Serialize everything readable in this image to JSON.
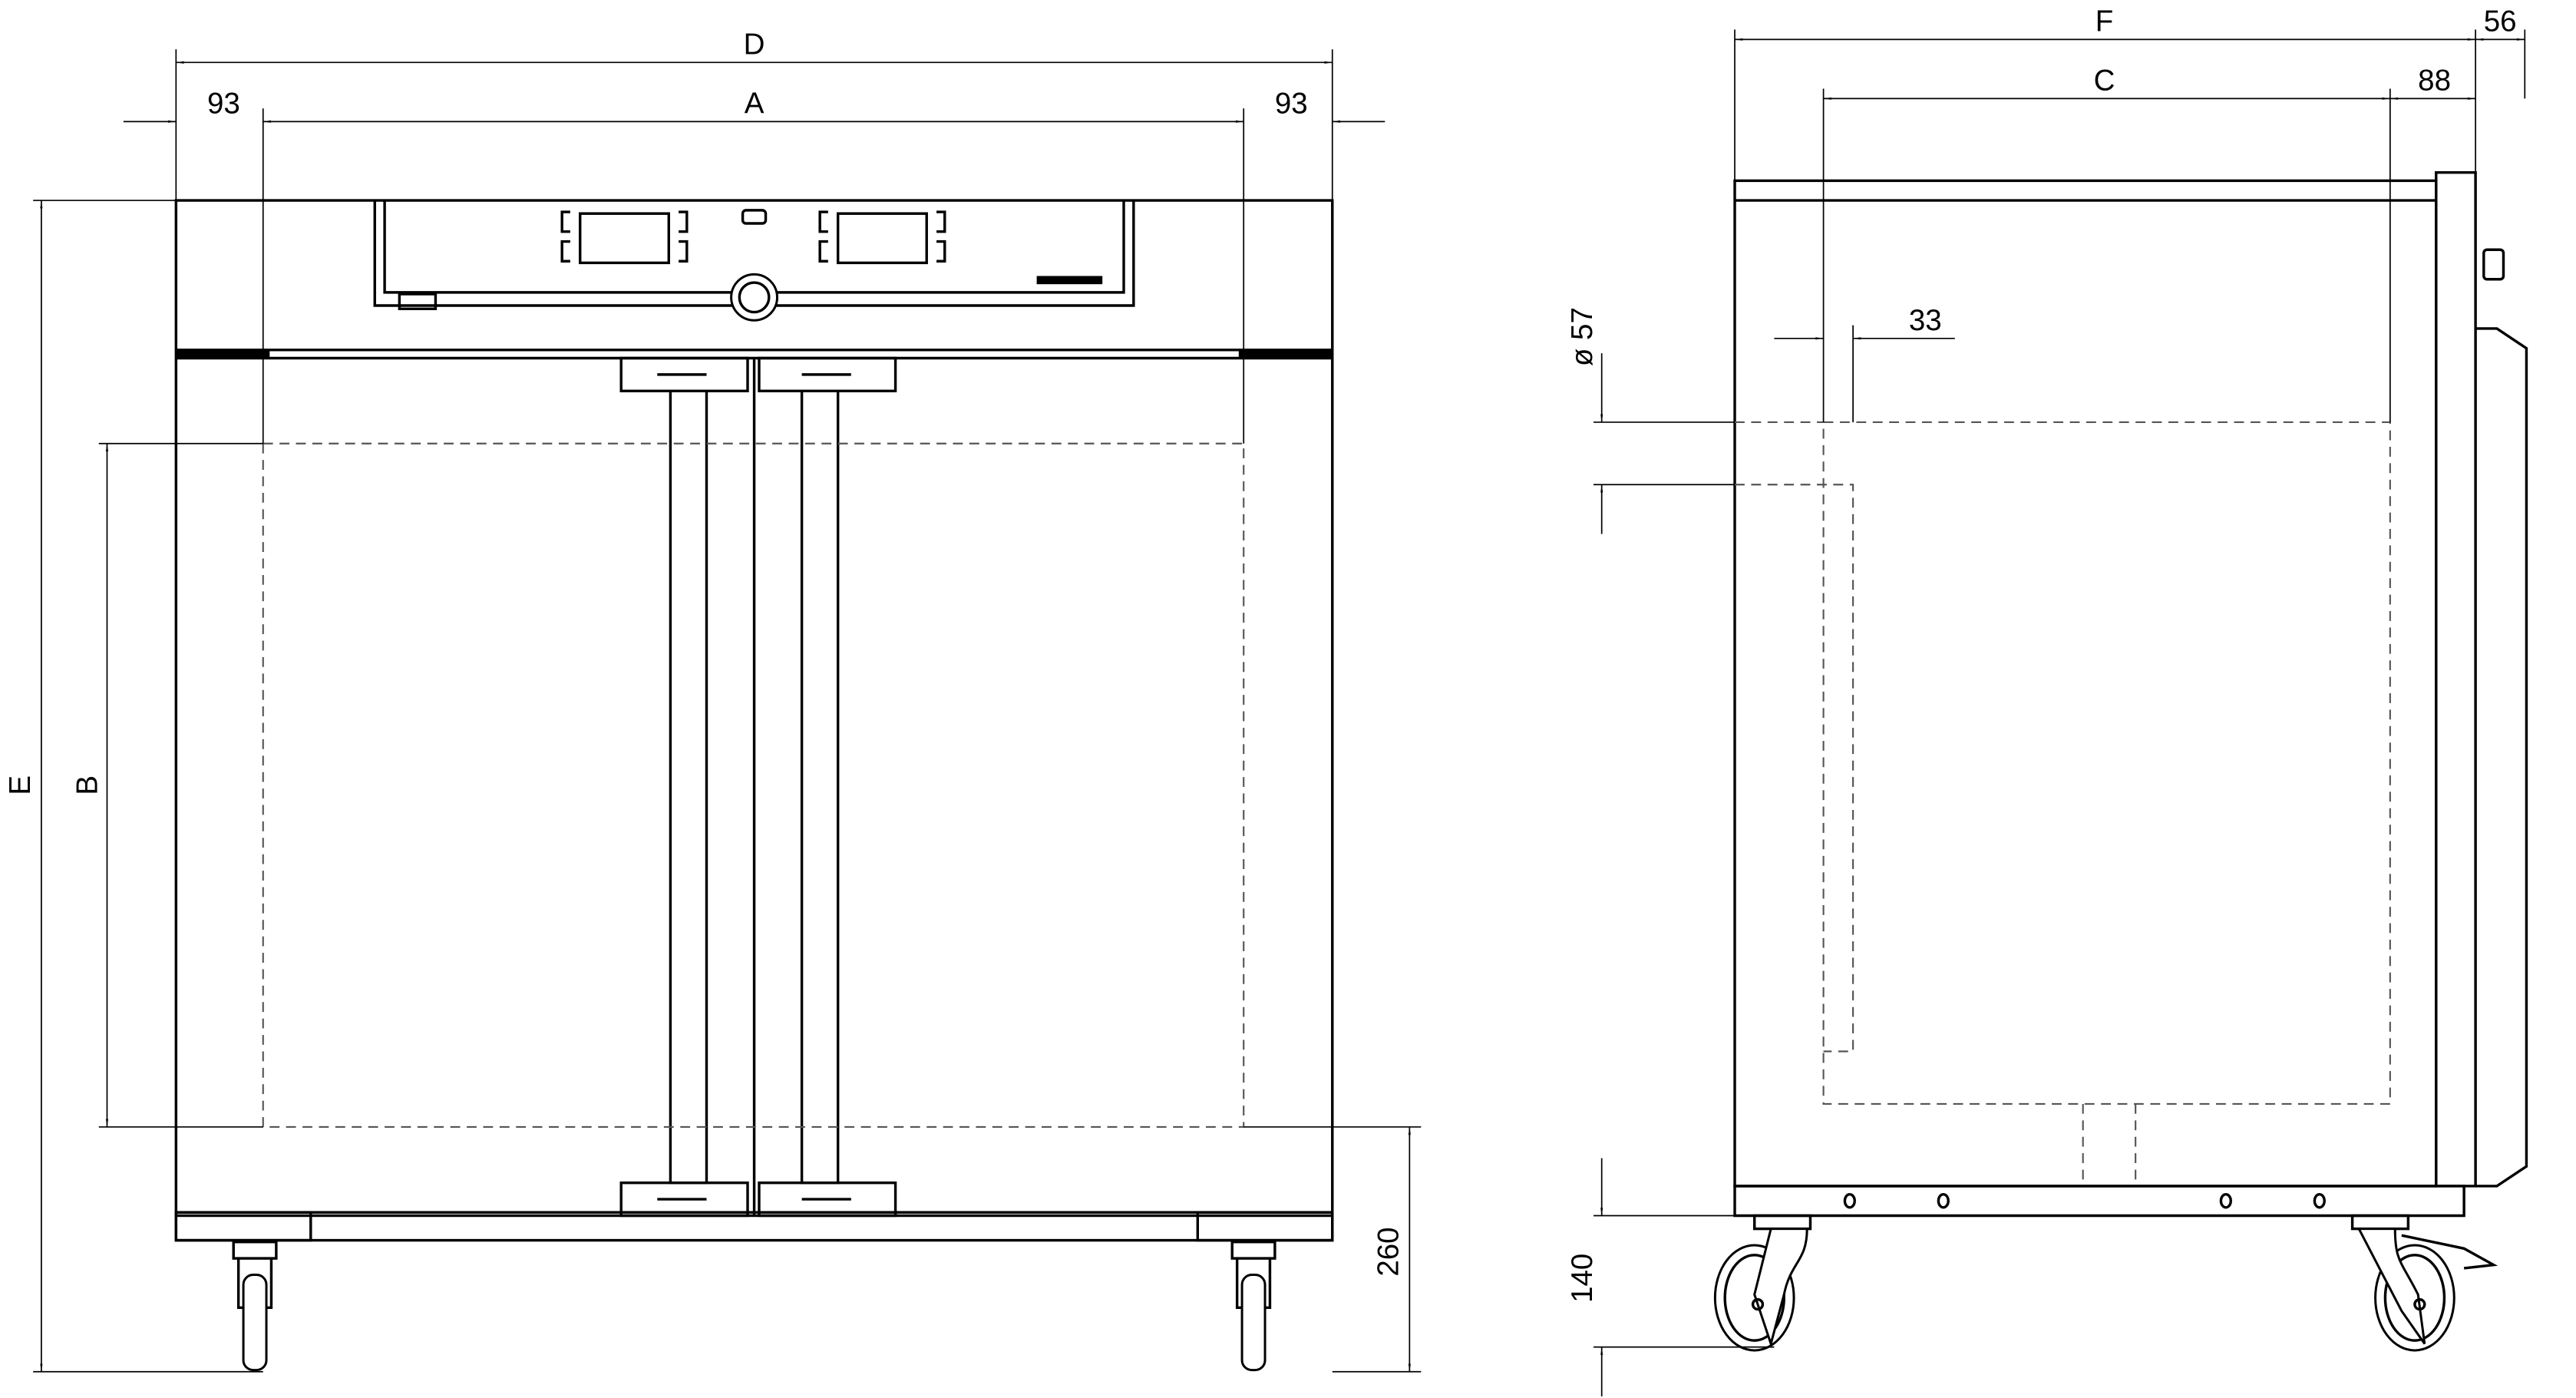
{
  "front_view": {
    "dimensions": {
      "D": "D",
      "A": "A",
      "left_93": "93",
      "right_93": "93",
      "E": "E",
      "B": "B",
      "h260": "260"
    }
  },
  "side_view": {
    "dimensions": {
      "F": "F",
      "d56": "56",
      "C": "C",
      "d88": "88",
      "d33": "33",
      "dia57": "ø 57",
      "d140": "140"
    }
  }
}
